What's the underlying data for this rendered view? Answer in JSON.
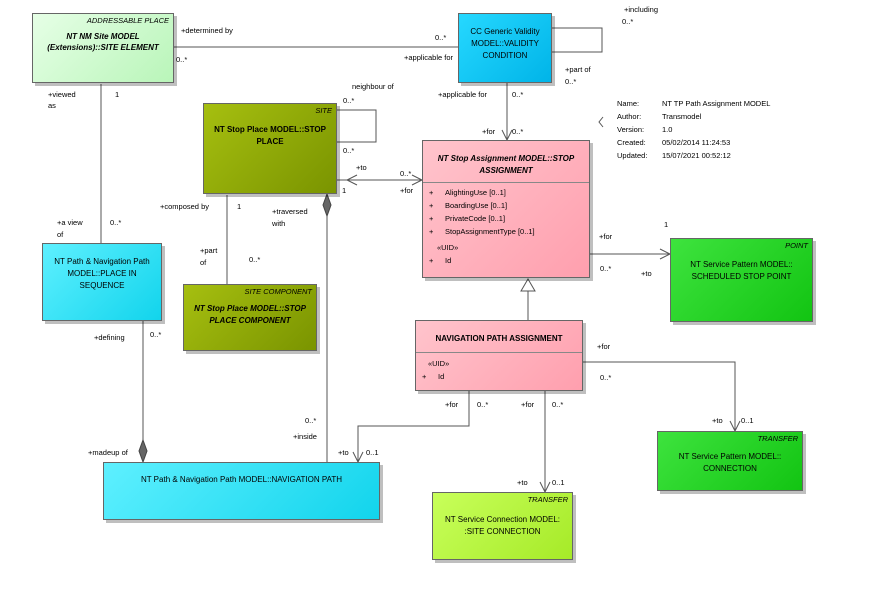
{
  "boxes": {
    "addressable": {
      "stereotype": "ADDRESSABLE PLACE",
      "title1": "NT NM Site MODEL",
      "title2": "(Extensions)::SITE ELEMENT"
    },
    "validity": {
      "title1": "CC Generic Validity",
      "title2": "MODEL::VALIDITY",
      "title3": "CONDITION"
    },
    "site": {
      "stereotype": "SITE",
      "title1": "NT Stop Place MODEL::STOP",
      "title2": "PLACE"
    },
    "stop_assignment": {
      "title1": "NT Stop Assignment MODEL::STOP",
      "title2": "ASSIGNMENT",
      "attrs": [
        "AlightingUse [0..1]",
        "BoardingUse [0..1]",
        "PrivateCode [0..1]",
        "StopAssignmentType [0..1]"
      ],
      "uid": "«UID»",
      "id_attr": "Id"
    },
    "place_in_sequence": {
      "title1": "NT Path & Navigation Path",
      "title2": "MODEL::PLACE IN",
      "title3": "SEQUENCE"
    },
    "stop_place_component": {
      "stereotype": "SITE COMPONENT",
      "title1": "NT Stop Place MODEL::STOP",
      "title2": "PLACE COMPONENT"
    },
    "scheduled_stop_point": {
      "stereotype": "POINT",
      "title1": "NT Service Pattern MODEL::",
      "title2": "SCHEDULED STOP POINT"
    },
    "navigation_path_assignment": {
      "title": "NAVIGATION PATH ASSIGNMENT",
      "uid": "«UID»",
      "id_attr": "Id"
    },
    "connection": {
      "stereotype": "TRANSFER",
      "title1": "NT Service Pattern MODEL::",
      "title2": "CONNECTION"
    },
    "navigation_path": {
      "title": "NT Path & Navigation Path MODEL::NAVIGATION PATH"
    },
    "site_connection": {
      "stereotype": "TRANSFER",
      "title1": "NT Service Connection MODEL:",
      "title2": ":SITE CONNECTION"
    }
  },
  "metadata": [
    {
      "key": "Name:",
      "value": "NT TP Path Assignment MODEL"
    },
    {
      "key": "Author:",
      "value": "Transmodel"
    },
    {
      "key": "Version:",
      "value": "1.0"
    },
    {
      "key": "Created:",
      "value": "05/02/2014 11:24:53"
    },
    {
      "key": "Updated:",
      "value": "15/07/2021 00:52:12"
    }
  ],
  "labels": {
    "determined_by": "+determined by",
    "mult_0n_a": "0..*",
    "mult_0n_b": "0..*",
    "applicable_for_1": "+applicable for",
    "including": "+including",
    "mult_including": "0..*",
    "part_of_val": "+part of",
    "mult_part_of_val": "0..*",
    "applicable_for_2": "+applicable for",
    "mult_0n_c": "0..*",
    "viewed_as_1": "+viewed",
    "viewed_as_2": "as",
    "mult_1_a": "1",
    "neighbour_of": "neighbour of",
    "mult_neigh_1": "0..*",
    "mult_neigh_2": "0..*",
    "for_1": "+for",
    "mult_0n_d": "0..*",
    "to_1": "+to",
    "mult_0n_e": "0..*",
    "for_2": "+for",
    "mult_1_b": "1",
    "composed_by": "+composed by",
    "mult_1_c": "1",
    "traversed_with_1": "+traversed",
    "traversed_with_2": "with",
    "a_view_of_1": "+a view",
    "a_view_of_2": "of",
    "mult_0n_f": "0..*",
    "part_of_2": "+part",
    "part_of_3": "of",
    "mult_0n_g": "0..*",
    "mult_1_d": "1",
    "for_3": "+for",
    "mult_0n_h": "0..*",
    "to_2": "+to",
    "defining": "+defining",
    "mult_0n_i": "0..*",
    "for_4": "+for",
    "mult_0n_j": "0..*",
    "for_5": "+for",
    "mult_0n_k": "0..*",
    "for_6": "+for",
    "mult_0n_l": "0..*",
    "mult_0n_m": "0..*",
    "inside": "+inside",
    "to_3": "+to",
    "mult_01_a": "0..1",
    "madeup_of": "+madeup of",
    "to_4": "+to",
    "mult_01_b": "0..1",
    "to_5": "+to",
    "mult_01_c": "0..1"
  },
  "colors": {
    "addressable": "#ccffcc",
    "validity": "#00ccf5",
    "site": "#8ea800",
    "stop_assignment": "#ffb0bb",
    "place_in_sequence": "#24e2f2",
    "scheduled_stop_point": "#22d322",
    "connection": "#22d322",
    "site_connection": "#b4f23c"
  }
}
